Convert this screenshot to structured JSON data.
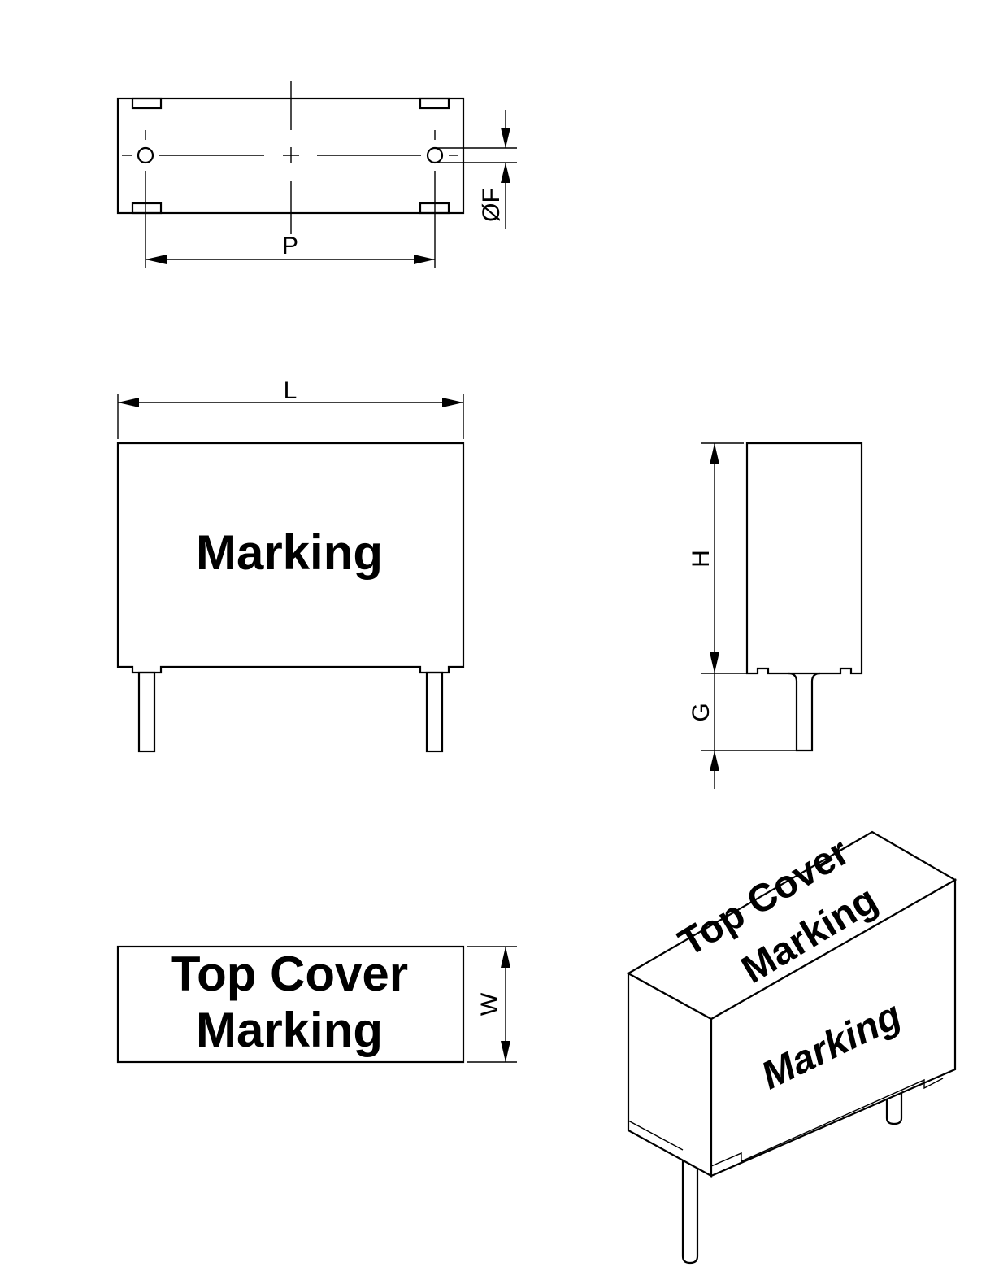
{
  "dimensions": {
    "pitch": "P",
    "lead_diameter": "ØF",
    "length": "L",
    "height": "H",
    "lead_length": "G",
    "width": "W"
  },
  "front_view": {
    "marking": "Marking"
  },
  "top_view": {
    "line1": "Top Cover",
    "line2": "Marking"
  },
  "iso_view": {
    "top_line1": "Top Cover",
    "top_line2": "Marking",
    "front_marking": "Marking"
  }
}
